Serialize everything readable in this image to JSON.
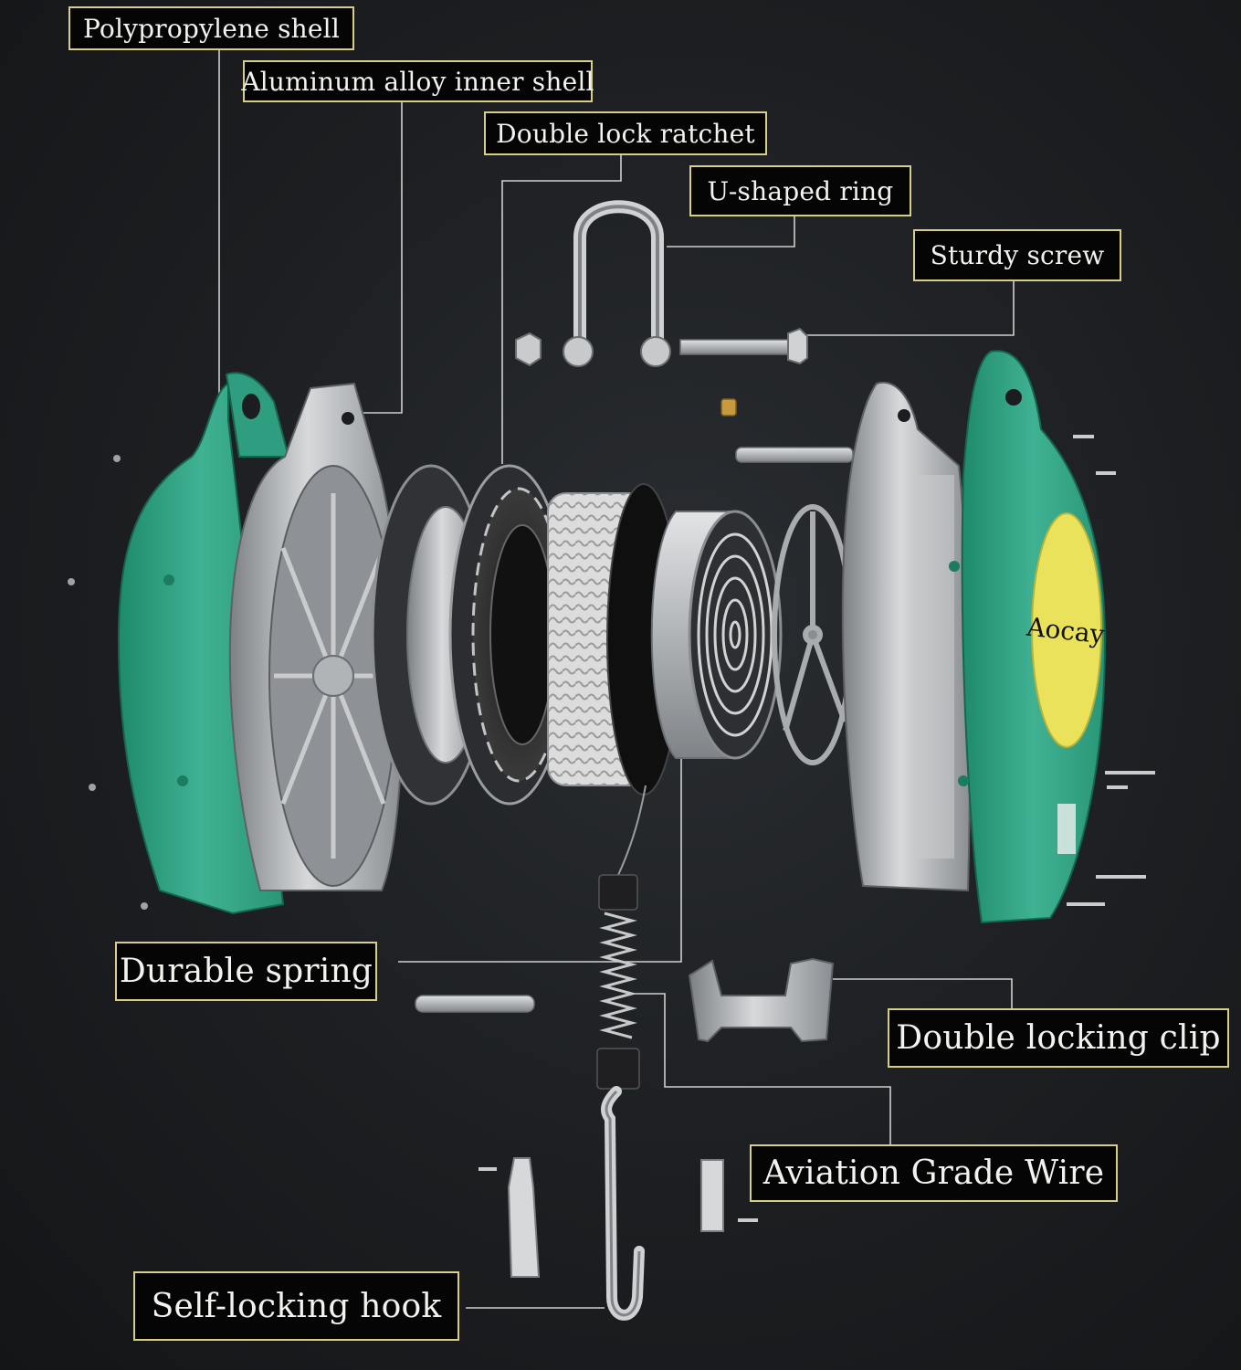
{
  "colors": {
    "background": "#1c1e21",
    "callout_border": "#d8cf86",
    "callout_text": "#f2f2ee",
    "leader_line": "#cfcfcf",
    "housing_green": "#3aa88a",
    "metal_silver": "#b9bcbf",
    "logo_yellow": "#e9e25a"
  },
  "brand": {
    "logo_text": "Aocay"
  },
  "labels": {
    "polypropylene_shell": "Polypropylene shell",
    "aluminum_inner_shell": "Aluminum alloy inner shell",
    "double_lock_ratchet": "Double lock ratchet",
    "u_shaped_ring": "U-shaped ring",
    "sturdy_screw": "Sturdy screw",
    "durable_spring": "Durable spring",
    "double_locking_clip": "Double locking clip",
    "aviation_grade_wire": "Aviation Grade Wire",
    "self_locking_hook": "Self-locking hook"
  }
}
